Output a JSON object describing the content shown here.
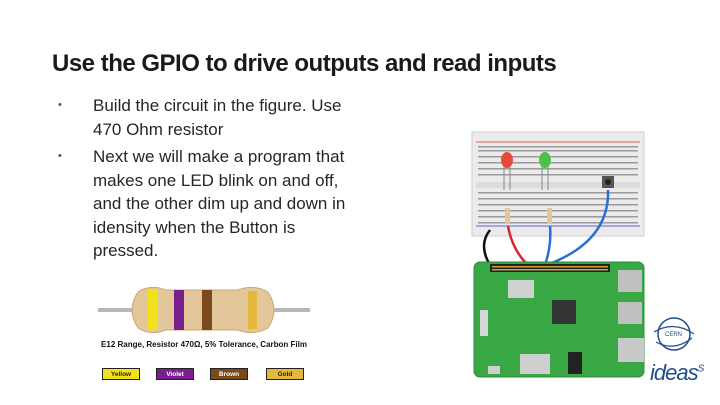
{
  "slide": {
    "title": "Use the GPIO to drive outputs and read inputs",
    "bullets": [
      {
        "text": "Build the circuit in the figure. Use 470 Ohm resistor"
      },
      {
        "text": "Next we will make a program that makes one LED blink on and off, and the other dim up and down in idensity when the Button is pressed."
      }
    ]
  },
  "resistor_figure": {
    "caption": "E12 Range, Resistor 470Ω, 5% Tolerance, Carbon Film",
    "bands": [
      {
        "label": "Yellow",
        "color": "#f2e21a"
      },
      {
        "label": "Violet",
        "color": "#7a1f8f"
      },
      {
        "label": "Brown",
        "color": "#7a4a1c"
      },
      {
        "label": "Gold",
        "color": "#e4b93a"
      }
    ],
    "body_color": "#e3c79a"
  },
  "logo": {
    "cern": "CERN",
    "ideas": "ideas",
    "superscript": "S",
    "color": "#1f4e8c"
  },
  "colors": {
    "led_red": "#e64a3c",
    "led_green": "#49c24a",
    "board_green": "#38a845",
    "wire_blue": "#2a6fd6",
    "wire_red": "#d8262a",
    "wire_black": "#111111"
  }
}
